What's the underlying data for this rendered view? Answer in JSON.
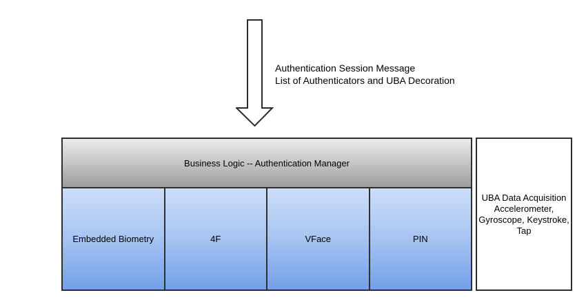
{
  "annotation": {
    "line1": "Authentication Session Message",
    "line2": "List of Authenticators and UBA Decoration"
  },
  "diagram": {
    "header_label": "Business Logic -- Authentication Manager",
    "authenticators": [
      {
        "label": "Embedded Biometry"
      },
      {
        "label": "4F"
      },
      {
        "label": "VFace"
      },
      {
        "label": "PIN"
      }
    ],
    "side_panel": {
      "lines": [
        "UBA Data Acquisition",
        "Accelerometer,",
        "Gyroscope, Keystroke,",
        "Tap"
      ]
    }
  },
  "icons": {
    "down_arrow": "hollow-down-arrow"
  },
  "colors": {
    "header_gradient_top": "#ebebeb",
    "header_gradient_bottom": "#9c9c9c",
    "auth_gradient_top": "#cddef8",
    "auth_gradient_bottom": "#73a0e9",
    "border": "#2e2e2e",
    "background": "#ffffff",
    "text": "#000000"
  }
}
